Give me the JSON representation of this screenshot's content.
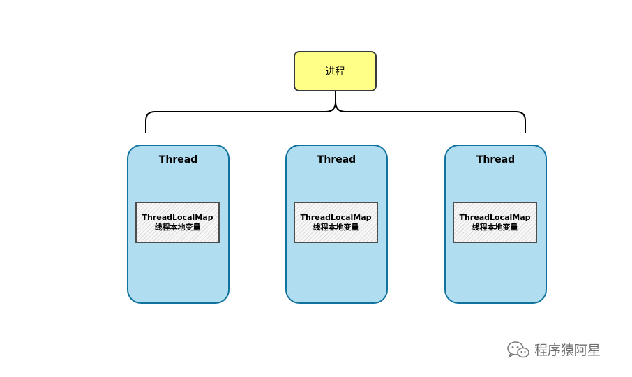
{
  "process": {
    "label": "进程"
  },
  "threads": [
    {
      "title": "Thread",
      "map_name": "ThreadLocalMap",
      "map_desc": "线程本地变量"
    },
    {
      "title": "Thread",
      "map_name": "ThreadLocalMap",
      "map_desc": "线程本地变量"
    },
    {
      "title": "Thread",
      "map_name": "ThreadLocalMap",
      "map_desc": "线程本地变量"
    }
  ],
  "watermark": {
    "text": "程序猿阿星",
    "icon": "wechat-icon"
  },
  "colors": {
    "process_fill": "#ffff88",
    "thread_fill": "#b1ddf0",
    "thread_border": "#10739e",
    "map_border": "#4d4d4d"
  }
}
